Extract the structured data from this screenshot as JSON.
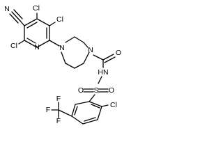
{
  "molecule": {
    "atom_labels": {
      "nitrile_n": "N",
      "cl_top_left": "Cl",
      "cl_top_right": "Cl",
      "cl_left": "Cl",
      "pyridine_n": "N",
      "piperazine_n_left": "N",
      "piperazine_n_right": "N",
      "carbonyl_o": "O",
      "amide_nh": "HN",
      "sulfur": "S",
      "sulfonyl_o_left": "O",
      "sulfonyl_o_right": "O",
      "cl_aryl": "Cl",
      "f_top": "F",
      "f_left": "F",
      "f_bottom": "F"
    }
  }
}
